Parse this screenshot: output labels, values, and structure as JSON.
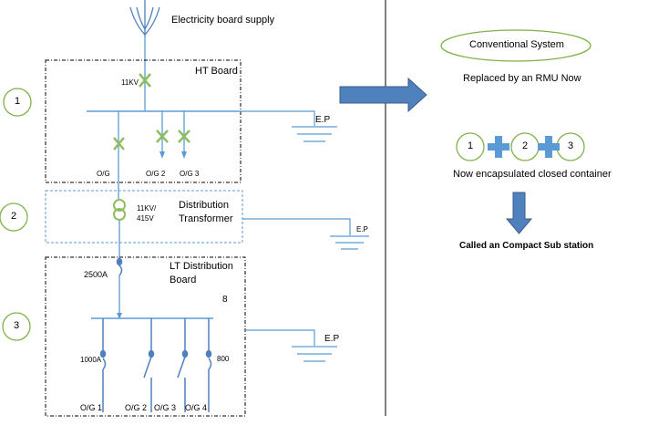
{
  "left_diagram": {
    "supply_label": "Electricity board supply",
    "ht_board": {
      "title": "HT Board",
      "voltage": "11KV",
      "outgoing": [
        "O/G",
        "O/G 2",
        "O/G 3"
      ],
      "earth_label": "E.P"
    },
    "transformer": {
      "rating_line1": "11KV/",
      "rating_line2": "415V",
      "name_line1": "Distribution",
      "name_line2": "Transformer",
      "earth_label": "E.P"
    },
    "lt_board": {
      "title_line1": "LT Distribution",
      "title_line2": "Board",
      "incomer_rating": "2500A",
      "number": "8",
      "feeder_rating_left": "1000A",
      "feeder_rating_right": "800",
      "outgoing": [
        "O/G 1",
        "O/G 2",
        "O/G 3",
        "O/G 4"
      ],
      "earth_label": "E.P"
    },
    "sections": [
      "1",
      "2",
      "3"
    ]
  },
  "right_panel": {
    "conventional_label": "Conventional System",
    "replaced_label": "Replaced by an RMU Now",
    "circles": [
      "1",
      "2",
      "3"
    ],
    "encapsulated_label": "Now encapsulated closed container",
    "result_label": "Called an Compact Sub station"
  },
  "colors": {
    "line_blue": "#5b9bd5",
    "arrow_blue": "#4f81bd",
    "breaker_green": "#8ebd5d",
    "circle_green": "#7fb24a"
  }
}
